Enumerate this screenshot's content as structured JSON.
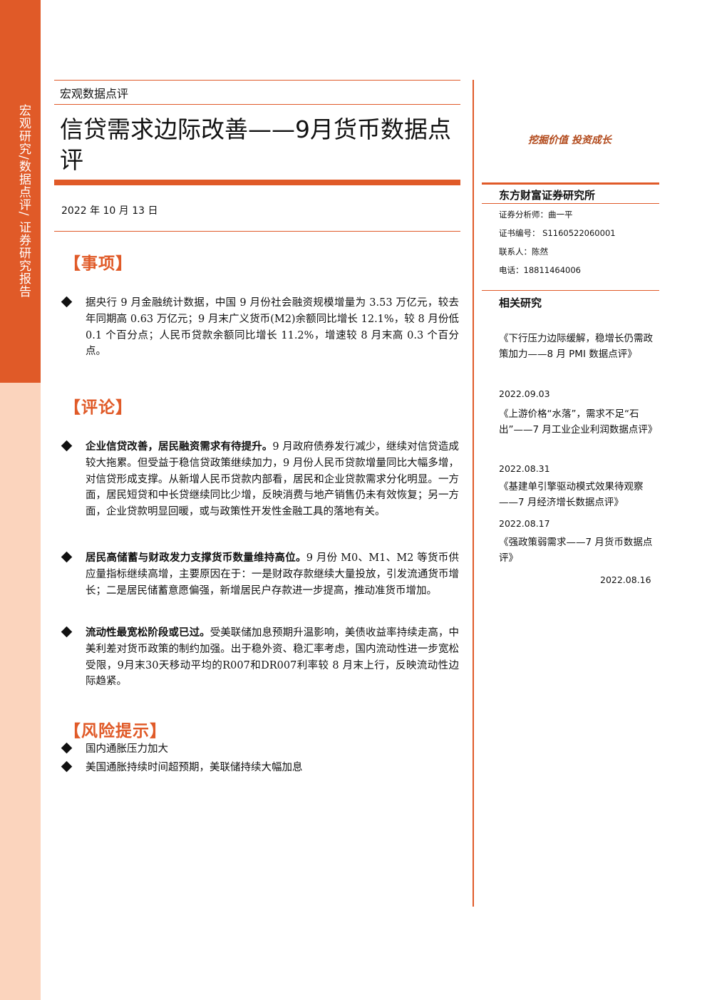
{
  "sidebar": {
    "text": "宏观研究/数据点评/ 证券研究报告"
  },
  "header": {
    "category": "宏观数据点评",
    "title": "信贷需求边际改善——9月货币数据点评",
    "date": "2022 年 10 月 13 日"
  },
  "sections": {
    "matters": {
      "heading": "【事项】",
      "bullets": [
        "据央行 9 月金融统计数据，中国 9 月份社会融资规模增量为 3.53 万亿元，较去年同期高 0.63 万亿元；9 月末广义货币(M2)余额同比增长 12.1%，较 8 月份低 0.1 个百分点；人民币贷款余额同比增长 11.2%，增速较 8 月末高 0.3 个百分点。"
      ]
    },
    "comments": {
      "heading": "【评论】",
      "bullets": [
        {
          "bold": "企业信贷改善，居民融资需求有待提升。",
          "text": "9 月政府债券发行减少，继续对信贷造成较大拖累。但受益于稳信贷政策继续加力，9 月份人民币贷款增量同比大幅多增，对信贷形成支撑。从新增人民币贷款内部看，居民和企业贷款需求分化明显。一方面，居民短贷和中长贷继续同比少增，反映消费与地产销售仍未有效恢复；另一方面，企业贷款明显回暖，或与政策性开发性金融工具的落地有关。"
        },
        {
          "bold": "居民高储蓄与财政发力支撑货币数量维持高位。",
          "text": "9 月份 M0、M1、M2 等货币供应量指标继续高增，主要原因在于：一是财政存款继续大量投放，引发流通货币增长；二是居民储蓄意愿偏强，新增居民户存款进一步提高，推动准货币增加。"
        },
        {
          "bold": "流动性最宽松阶段或已过。",
          "text": "受美联储加息预期升温影响，美债收益率持续走高，中美利差对货币政策的制约加强。出于稳外资、稳汇率考虑，国内流动性进一步宽松受限，9月末30天移动平均的R007和DR007利率较 8 月末上行，反映流动性边际趋紧。"
        }
      ]
    },
    "risks": {
      "heading": "【风险提示】",
      "bullets": [
        "国内通胀压力加大",
        "美国通胀持续时间超预期，美联储持续大幅加息"
      ]
    }
  },
  "right": {
    "slogan": "挖掘价值 投资成长",
    "institution": "东方财富证券研究所",
    "analyst": "证券分析师：曲一平",
    "cert": "证书编号：  S1160522060001",
    "contact": "联系人：陈然",
    "phone": "电话：18811464006",
    "related_heading": "相关研究",
    "related": [
      {
        "title": "《下行压力边际缓解，稳增长仍需政策加力——8 月 PMI 数据点评》",
        "date": "2022.09.03"
      },
      {
        "title": "《上游价格“水落”，需求不足“石出”——7 月工业企业利润数据点评》",
        "date": "2022.08.31"
      },
      {
        "title": "《基建单引擎驱动模式效果待观察——7 月经济增长数据点评》",
        "date": "2022.08.17"
      },
      {
        "title": "《强政策弱需求——7 月货币数据点评》",
        "date": "2022.08.16"
      }
    ]
  },
  "colors": {
    "accent": "#e05a28",
    "sidebar_light": "#fbd4bd"
  }
}
